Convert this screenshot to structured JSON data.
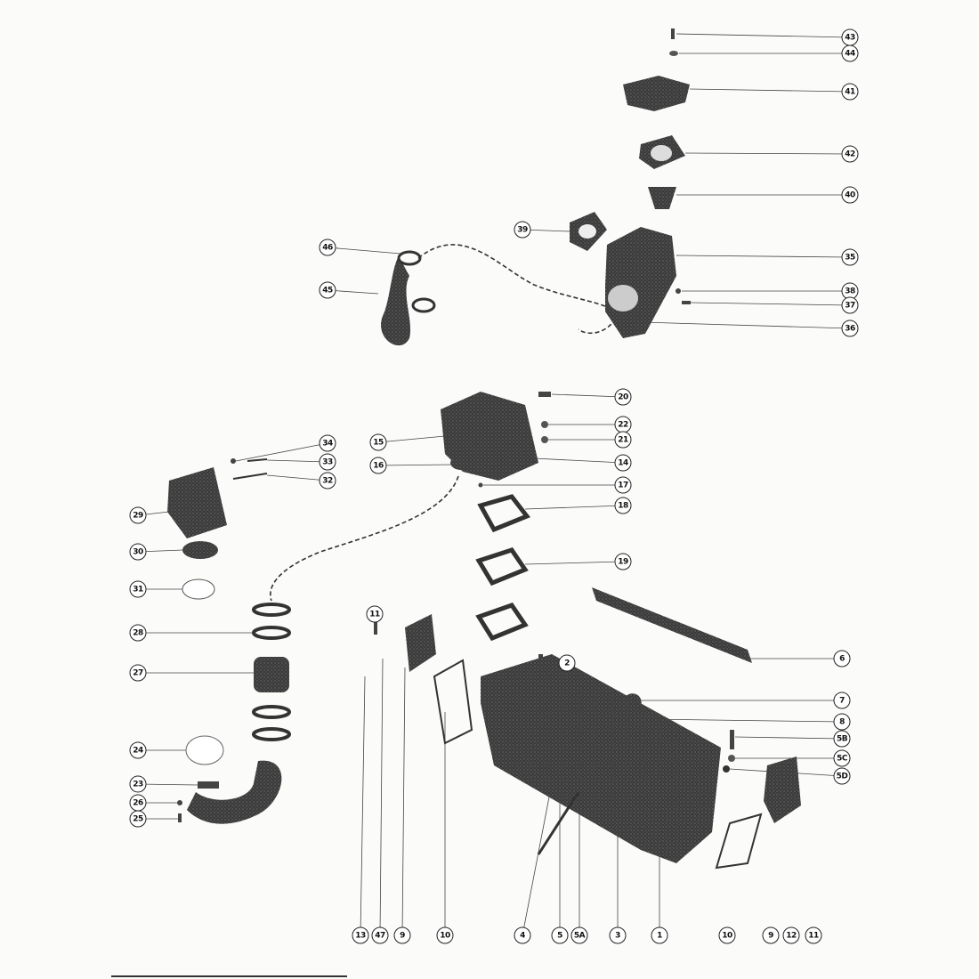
{
  "diagram": {
    "type": "exploded parts diagram",
    "part_color": "#3a3a3a",
    "callouts": [
      "43",
      "44",
      "41",
      "42",
      "40",
      "39",
      "35",
      "38",
      "37",
      "36",
      "46",
      "45",
      "20",
      "22",
      "21",
      "14",
      "15",
      "16",
      "17",
      "18",
      "19",
      "34",
      "33",
      "32",
      "29",
      "30",
      "31",
      "28",
      "27",
      "24",
      "23",
      "26",
      "25",
      "11",
      "2",
      "6",
      "7",
      "8",
      "5B",
      "5C",
      "5D",
      "13",
      "47",
      "9",
      "10",
      "4",
      "5",
      "5A",
      "3",
      "1",
      "10",
      "9",
      "12",
      "11"
    ]
  }
}
